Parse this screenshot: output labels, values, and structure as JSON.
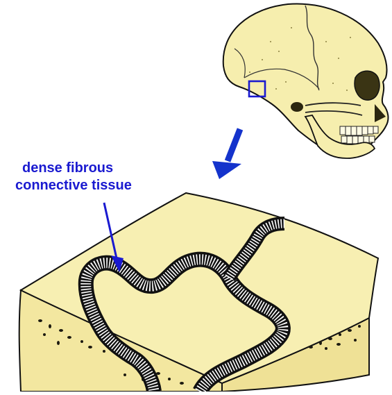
{
  "annotation": {
    "lines": [
      "dense fibrous",
      "connective tissue"
    ],
    "color": "#1a1ad0"
  },
  "colors": {
    "bone": "#f6eeae",
    "bone_shadow": "#e4d78a",
    "outline": "#111111",
    "marker_blue": "#1a1ad0",
    "arrow_blue": "#1433cc"
  },
  "figures": {
    "skull": {
      "view": "lateral",
      "highlight": "square marker over suture region"
    },
    "bone_block": {
      "feature": "serpentine suture band",
      "edge": "spongy bone pores"
    }
  }
}
